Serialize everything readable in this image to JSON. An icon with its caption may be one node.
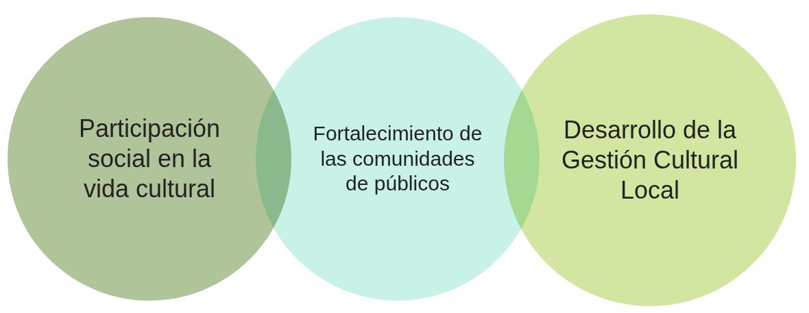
{
  "diagram": {
    "nodes": [
      {
        "text": [
          "Participación social en la vida cultural"
        ]
      },
      {
        "text": [
          "Fortalecimiento de las comunidades de públicos"
        ]
      },
      {
        "text": [
          "Desarrollo de la Gestión Cultural Local"
        ]
      }
    ]
  }
}
